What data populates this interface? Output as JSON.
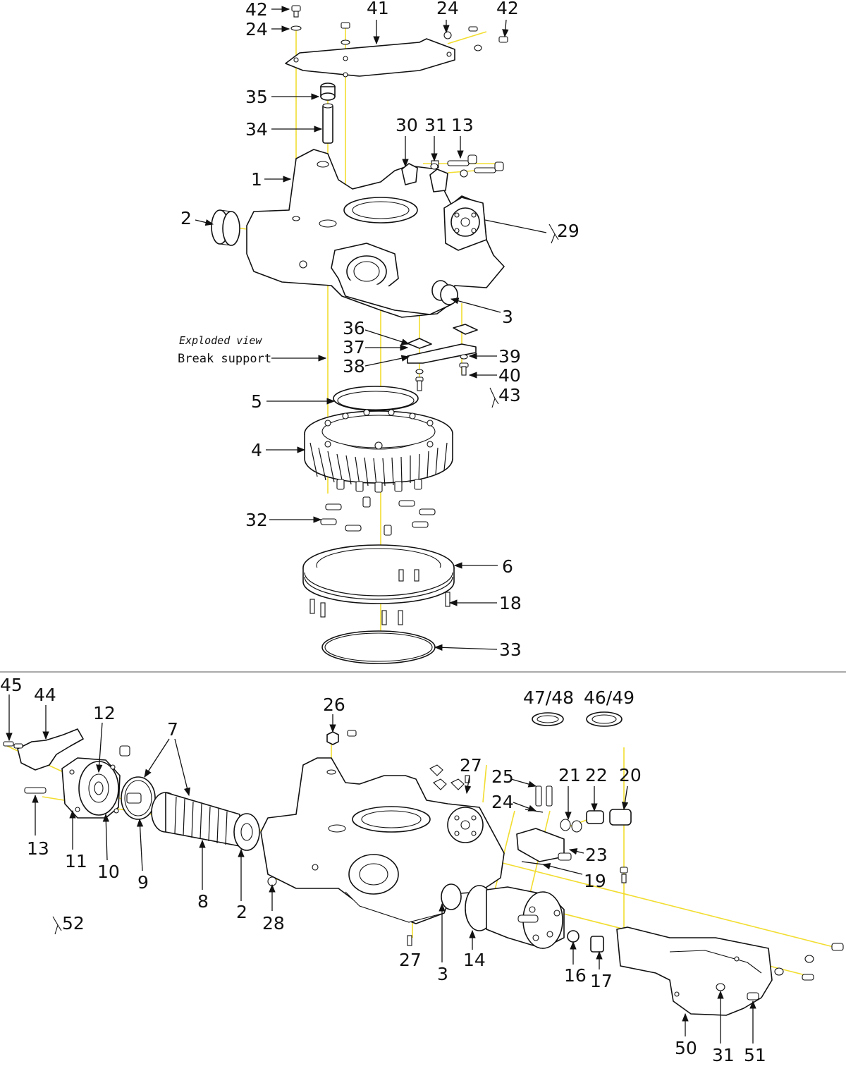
{
  "caption": {
    "italic": "Exploded view",
    "main": "Break support"
  },
  "top_labels": [
    {
      "id": "42a",
      "text": "42"
    },
    {
      "id": "24a",
      "text": "24"
    },
    {
      "id": "41",
      "text": "41"
    },
    {
      "id": "24b",
      "text": "24"
    },
    {
      "id": "42b",
      "text": "42"
    },
    {
      "id": "35",
      "text": "35"
    },
    {
      "id": "34",
      "text": "34"
    },
    {
      "id": "30",
      "text": "30"
    },
    {
      "id": "31",
      "text": "31"
    },
    {
      "id": "13",
      "text": "13"
    },
    {
      "id": "1",
      "text": "1"
    },
    {
      "id": "2",
      "text": "2"
    },
    {
      "id": "29",
      "text": "29"
    },
    {
      "id": "3",
      "text": "3"
    },
    {
      "id": "36",
      "text": "36"
    },
    {
      "id": "37",
      "text": "37"
    },
    {
      "id": "38",
      "text": "38"
    },
    {
      "id": "39",
      "text": "39"
    },
    {
      "id": "40",
      "text": "40"
    },
    {
      "id": "43",
      "text": "43"
    },
    {
      "id": "5",
      "text": "5"
    },
    {
      "id": "4",
      "text": "4"
    },
    {
      "id": "32",
      "text": "32"
    },
    {
      "id": "6",
      "text": "6"
    },
    {
      "id": "18",
      "text": "18"
    },
    {
      "id": "33",
      "text": "33"
    }
  ],
  "bottom_labels": [
    {
      "id": "45",
      "text": "45"
    },
    {
      "id": "44",
      "text": "44"
    },
    {
      "id": "12",
      "text": "12"
    },
    {
      "id": "7",
      "text": "7"
    },
    {
      "id": "26",
      "text": "26"
    },
    {
      "id": "4748",
      "text": "47/48"
    },
    {
      "id": "4649",
      "text": "46/49"
    },
    {
      "id": "27a",
      "text": "27"
    },
    {
      "id": "25",
      "text": "25"
    },
    {
      "id": "21",
      "text": "21"
    },
    {
      "id": "22",
      "text": "22"
    },
    {
      "id": "20",
      "text": "20"
    },
    {
      "id": "24c",
      "text": "24"
    },
    {
      "id": "23",
      "text": "23"
    },
    {
      "id": "19",
      "text": "19"
    },
    {
      "id": "13b",
      "text": "13"
    },
    {
      "id": "11",
      "text": "11"
    },
    {
      "id": "10",
      "text": "10"
    },
    {
      "id": "9",
      "text": "9"
    },
    {
      "id": "8",
      "text": "8"
    },
    {
      "id": "2b",
      "text": "2"
    },
    {
      "id": "28",
      "text": "28"
    },
    {
      "id": "52",
      "text": "52"
    },
    {
      "id": "27b",
      "text": "27"
    },
    {
      "id": "3b",
      "text": "3"
    },
    {
      "id": "14",
      "text": "14"
    },
    {
      "id": "16",
      "text": "16"
    },
    {
      "id": "17",
      "text": "17"
    },
    {
      "id": "50",
      "text": "50"
    },
    {
      "id": "31b",
      "text": "31"
    },
    {
      "id": "51",
      "text": "51"
    }
  ]
}
